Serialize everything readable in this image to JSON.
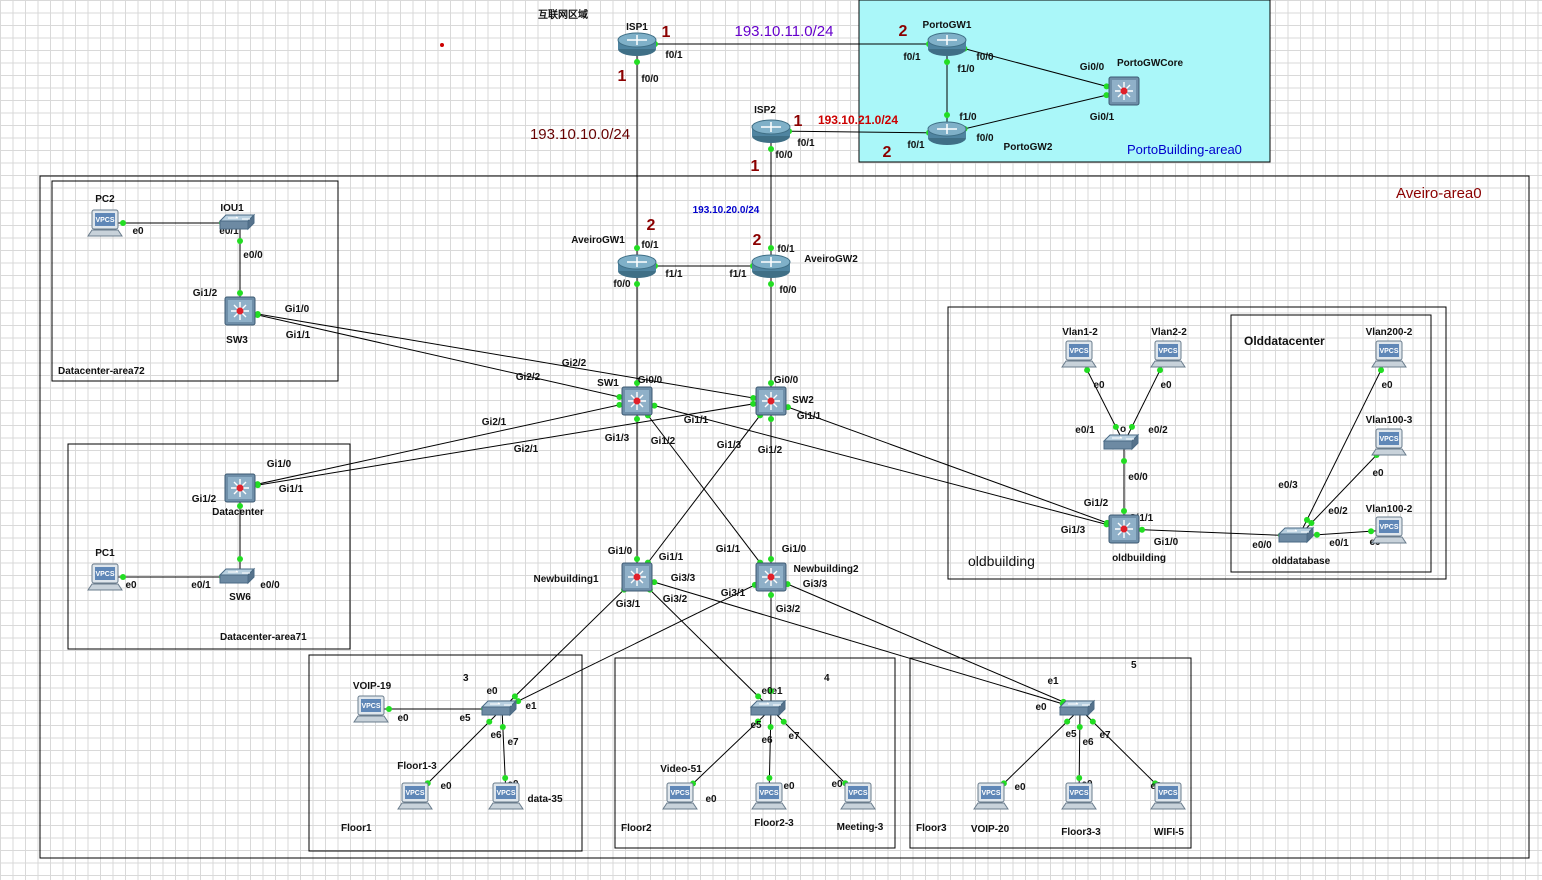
{
  "title": "互联网区域",
  "areas": [
    {
      "id": "porto",
      "label": "PortoBuilding-area0",
      "fill": "#aaf7f9",
      "color": "#0000cc"
    },
    {
      "id": "aveiro",
      "label": "Aveiro-area0",
      "color": "#8b0000"
    },
    {
      "id": "dc72",
      "label": "Datacenter-area72"
    },
    {
      "id": "dc71",
      "label": "Datacenter-area71"
    },
    {
      "id": "oldbuilding",
      "label": "oldbuilding"
    },
    {
      "id": "olddc",
      "label": "Olddatacenter"
    },
    {
      "id": "floor1",
      "label": "Floor1",
      "number": "3"
    },
    {
      "id": "floor2",
      "label": "Floor2",
      "number": "4"
    },
    {
      "id": "floor3",
      "label": "Floor3",
      "number": "5"
    }
  ],
  "nodes": [
    {
      "id": "ISP1",
      "label": "ISP1",
      "kind": "router"
    },
    {
      "id": "ISP2",
      "label": "ISP2",
      "kind": "router"
    },
    {
      "id": "PortoGW1",
      "label": "PortoGW1",
      "kind": "router"
    },
    {
      "id": "PortoGW2",
      "label": "PortoGW2",
      "kind": "router"
    },
    {
      "id": "PortoGWCore",
      "label": "PortoGWCore",
      "kind": "l3switch"
    },
    {
      "id": "AveiroGW1",
      "label": "AveiroGW1",
      "kind": "router"
    },
    {
      "id": "AveiroGW2",
      "label": "AveiroGW2",
      "kind": "router"
    },
    {
      "id": "SW1",
      "label": "SW1",
      "kind": "l3switch"
    },
    {
      "id": "SW2",
      "label": "SW2",
      "kind": "l3switch"
    },
    {
      "id": "SW3",
      "label": "SW3",
      "kind": "l3switch"
    },
    {
      "id": "IOU1",
      "label": "IOU1",
      "kind": "switch"
    },
    {
      "id": "PC2",
      "label": "PC2",
      "kind": "vpcs"
    },
    {
      "id": "Datacenter",
      "label": "Datacenter",
      "kind": "l3switch"
    },
    {
      "id": "SW6",
      "label": "SW6",
      "kind": "switch"
    },
    {
      "id": "PC1",
      "label": "PC1",
      "kind": "vpcs"
    },
    {
      "id": "Newbuilding1",
      "label": "Newbuilding1",
      "kind": "l3switch"
    },
    {
      "id": "Newbuilding2",
      "label": "Newbuilding2",
      "kind": "l3switch"
    },
    {
      "id": "F1SW",
      "label": "",
      "kind": "switch"
    },
    {
      "id": "F2SW",
      "label": "",
      "kind": "switch"
    },
    {
      "id": "F3SW",
      "label": "",
      "kind": "switch"
    },
    {
      "id": "VOIP19",
      "label": "VOIP-19",
      "kind": "vpcs"
    },
    {
      "id": "Floor13",
      "label": "Floor1-3",
      "kind": "vpcs"
    },
    {
      "id": "data35",
      "label": "data-35",
      "kind": "vpcs"
    },
    {
      "id": "Video51",
      "label": "Video-51",
      "kind": "vpcs"
    },
    {
      "id": "Floor23",
      "label": "Floor2-3",
      "kind": "vpcs"
    },
    {
      "id": "Meeting3",
      "label": "Meeting-3",
      "kind": "vpcs"
    },
    {
      "id": "VOIP20",
      "label": "VOIP-20",
      "kind": "vpcs"
    },
    {
      "id": "Floor33",
      "label": "Floor3-3",
      "kind": "vpcs"
    },
    {
      "id": "WIFI5",
      "label": "WIFI-5",
      "kind": "vpcs"
    },
    {
      "id": "oldbuilding",
      "label": "oldbuilding",
      "kind": "l3switch"
    },
    {
      "id": "oldSW",
      "label": "o",
      "kind": "switch"
    },
    {
      "id": "Vlan12",
      "label": "Vlan1-2",
      "kind": "vpcs"
    },
    {
      "id": "Vlan22",
      "label": "Vlan2-2",
      "kind": "vpcs"
    },
    {
      "id": "olddatabase",
      "label": "olddatabase",
      "kind": "switch"
    },
    {
      "id": "Vlan2002",
      "label": "Vlan200-2",
      "kind": "vpcs"
    },
    {
      "id": "Vlan1003",
      "label": "Vlan100-3",
      "kind": "vpcs"
    },
    {
      "id": "Vlan1002",
      "label": "Vlan100-2",
      "kind": "vpcs"
    }
  ],
  "links": [
    {
      "a": "ISP1",
      "b": "PortoGW1",
      "ai": "f0/1",
      "bi": "f0/1",
      "color": "#000"
    },
    {
      "a": "ISP1",
      "b": "AveiroGW1",
      "ai": "f0/0",
      "bi": "f0/1",
      "color": "#000"
    },
    {
      "a": "ISP2",
      "b": "PortoGW2",
      "ai": "f0/1",
      "bi": "f0/1",
      "color": "#000"
    },
    {
      "a": "ISP2",
      "b": "AveiroGW2",
      "ai": "f0/0",
      "bi": "f0/1",
      "color": "#000"
    },
    {
      "a": "PortoGW1",
      "b": "PortoGW2",
      "ai": "f1/0",
      "bi": "f1/0",
      "color": "#000"
    },
    {
      "a": "PortoGW1",
      "b": "PortoGWCore",
      "ai": "f0/0",
      "bi": "Gi0/0",
      "color": "#000"
    },
    {
      "a": "PortoGW2",
      "b": "PortoGWCore",
      "ai": "f0/0",
      "bi": "Gi0/1",
      "color": "#000"
    },
    {
      "a": "AveiroGW1",
      "b": "AveiroGW2",
      "ai": "f1/1",
      "bi": "f1/1",
      "color": "#000"
    },
    {
      "a": "AveiroGW1",
      "b": "SW1",
      "ai": "f0/0",
      "bi": "Gi0/0",
      "color": "#000"
    },
    {
      "a": "AveiroGW2",
      "b": "SW2",
      "ai": "f0/0",
      "bi": "Gi0/0",
      "color": "#000"
    },
    {
      "a": "PC2",
      "b": "IOU1",
      "ai": "e0",
      "bi": "e0/1",
      "color": "#000"
    },
    {
      "a": "IOU1",
      "b": "SW3",
      "ai": "e0/0",
      "bi": "Gi1/2",
      "color": "#000"
    },
    {
      "a": "SW3",
      "b": "SW2",
      "ai": "Gi1/0",
      "bi": "Gi2/2",
      "color": "#000"
    },
    {
      "a": "SW3",
      "b": "SW1",
      "ai": "Gi1/1",
      "bi": "Gi2/2",
      "color": "#000"
    },
    {
      "a": "Datacenter",
      "b": "SW1",
      "ai": "Gi1/0",
      "bi": "Gi2/1",
      "color": "#000"
    },
    {
      "a": "Datacenter",
      "b": "SW2",
      "ai": "Gi1/1",
      "bi": "Gi2/1",
      "color": "#000"
    },
    {
      "a": "Datacenter",
      "b": "SW6",
      "ai": "Gi1/2",
      "bi": "e0/0",
      "color": "#000"
    },
    {
      "a": "PC1",
      "b": "SW6",
      "ai": "e0",
      "bi": "e0/1",
      "color": "#000"
    },
    {
      "a": "SW1",
      "b": "Newbuilding1",
      "ai": "Gi1/3",
      "bi": "Gi1/0",
      "color": "#000"
    },
    {
      "a": "SW1",
      "b": "Newbuilding2",
      "ai": "Gi1/2",
      "bi": "Gi1/1",
      "color": "#000"
    },
    {
      "a": "SW2",
      "b": "Newbuilding1",
      "ai": "Gi1/3",
      "bi": "Gi1/1",
      "color": "#000"
    },
    {
      "a": "SW2",
      "b": "Newbuilding2",
      "ai": "Gi1/2",
      "bi": "Gi1/0",
      "color": "#000"
    },
    {
      "a": "SW1",
      "b": "oldbuilding",
      "ai": "Gi1/1",
      "bi": "Gi1/3",
      "color": "#000"
    },
    {
      "a": "SW2",
      "b": "oldbuilding",
      "ai": "Gi1/1",
      "bi": "Gi1/2",
      "color": "#000"
    },
    {
      "a": "oldbuilding",
      "b": "olddatabase",
      "ai": "Gi1/0",
      "bi": "e0/0",
      "color": "#000"
    },
    {
      "a": "oldbuilding",
      "b": "oldSW",
      "ai": "Gi1/1",
      "bi": "e0/0",
      "color": "#000"
    },
    {
      "a": "oldSW",
      "b": "Vlan12",
      "ai": "e0/1",
      "bi": "e0",
      "color": "#000"
    },
    {
      "a": "oldSW",
      "b": "Vlan22",
      "ai": "e0/2",
      "bi": "e0",
      "color": "#000"
    },
    {
      "a": "olddatabase",
      "b": "Vlan2002",
      "ai": "e0/3",
      "bi": "e0",
      "color": "#000"
    },
    {
      "a": "olddatabase",
      "b": "Vlan1003",
      "ai": "e0/2",
      "bi": "e0",
      "color": "#000"
    },
    {
      "a": "olddatabase",
      "b": "Vlan1002",
      "ai": "e0/1",
      "bi": "e0",
      "color": "#000"
    },
    {
      "a": "Newbuilding1",
      "b": "F1SW",
      "ai": "Gi3/1",
      "bi": "e1",
      "color": "#000"
    },
    {
      "a": "Newbuilding1",
      "b": "F2SW",
      "ai": "Gi3/2",
      "bi": "e1",
      "color": "#000"
    },
    {
      "a": "Newbuilding1",
      "b": "F3SW",
      "ai": "Gi3/3",
      "bi": "e1",
      "color": "#000"
    },
    {
      "a": "Newbuilding2",
      "b": "F1SW",
      "ai": "Gi3/1",
      "bi": "e0",
      "color": "#000"
    },
    {
      "a": "Newbuilding2",
      "b": "F2SW",
      "ai": "Gi3/2",
      "bi": "e0",
      "color": "#000"
    },
    {
      "a": "Newbuilding2",
      "b": "F3SW",
      "ai": "Gi3/3",
      "bi": "e0",
      "color": "#000"
    },
    {
      "a": "F1SW",
      "b": "VOIP19",
      "ai": "e5",
      "bi": "e0",
      "color": "#000"
    },
    {
      "a": "F1SW",
      "b": "Floor13",
      "ai": "e6",
      "bi": "e0",
      "color": "#000"
    },
    {
      "a": "F1SW",
      "b": "data35",
      "ai": "e7",
      "bi": "e0",
      "color": "#000"
    },
    {
      "a": "F2SW",
      "b": "Video51",
      "ai": "e5",
      "bi": "e0",
      "color": "#000"
    },
    {
      "a": "F2SW",
      "b": "Floor23",
      "ai": "e6",
      "bi": "e0",
      "color": "#000"
    },
    {
      "a": "F2SW",
      "b": "Meeting3",
      "ai": "e7",
      "bi": "e0",
      "color": "#000"
    },
    {
      "a": "F3SW",
      "b": "VOIP20",
      "ai": "e5",
      "bi": "e0",
      "color": "#000"
    },
    {
      "a": "F3SW",
      "b": "Floor33",
      "ai": "e6",
      "bi": "e0",
      "color": "#000"
    },
    {
      "a": "F3SW",
      "b": "WIFI5",
      "ai": "e7",
      "bi": "e0",
      "color": "#000"
    }
  ],
  "annotations": [
    {
      "text": "193.10.11.0/24",
      "color": "#6600cc"
    },
    {
      "text": "193.10.21.0/24",
      "color": "#cc0000"
    },
    {
      "text": "193.10.10.0/24",
      "color": "#660000"
    },
    {
      "text": "193.10.20.0/24",
      "color": "#0000cc"
    },
    {
      "text": "1",
      "color": "#8b0000"
    },
    {
      "text": "2",
      "color": "#8b0000"
    }
  ],
  "colors": {
    "link_dot": "#22dd22",
    "router": "#5f8fa8",
    "switch": "#6d8aa3"
  }
}
